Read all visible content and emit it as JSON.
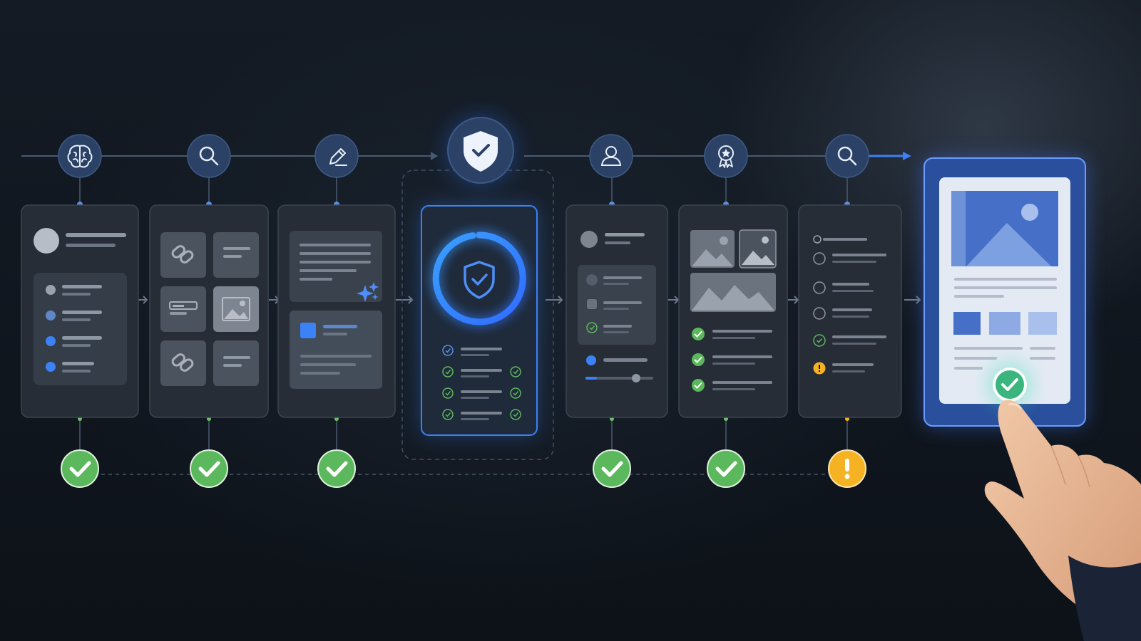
{
  "colors": {
    "background": "#10161e",
    "card": "#262d36",
    "card_border": "#3b4552",
    "node": "#2b4266",
    "accent_blue": "#3b82f6",
    "success": "#5cb85c",
    "warning": "#f5b324",
    "final_card_glow": "#4a8cff"
  },
  "steps": [
    {
      "icon": "brain-icon",
      "status": "success"
    },
    {
      "icon": "search-icon",
      "status": "success"
    },
    {
      "icon": "pencil-icon",
      "status": "success"
    },
    {
      "icon": "shield-check-icon",
      "status": "active"
    },
    {
      "icon": "user-icon",
      "status": "success"
    },
    {
      "icon": "award-icon",
      "status": "success"
    },
    {
      "icon": "search-icon",
      "status": "warning"
    },
    {
      "icon": "published-page",
      "status": "approved"
    }
  ]
}
